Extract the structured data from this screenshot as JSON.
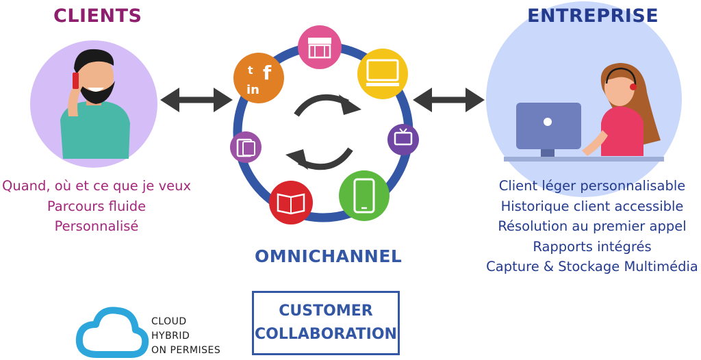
{
  "clients": {
    "title": "CLIENTS",
    "lines": [
      "Quand, où et ce que je veux",
      "Parcours fluide",
      "Personnalisé"
    ]
  },
  "entreprise": {
    "title": "ENTREPRISE",
    "lines": [
      "Client léger personnalisable",
      "Historique client accessible",
      "Résolution au premier appel",
      "Rapports intégrés",
      "Capture & Stockage Multimédia"
    ]
  },
  "center": {
    "omnichannel_label": "OMNICHANNEL",
    "collaboration_lines": [
      "CUSTOMER",
      "COLLABORATION"
    ]
  },
  "cloud": {
    "lines": [
      "CLOUD",
      "HYBRID",
      "ON PERMISES"
    ]
  },
  "channels": [
    {
      "icon": "social-media-icon",
      "color": "#e07f23"
    },
    {
      "icon": "store-icon",
      "color": "#e05592"
    },
    {
      "icon": "desktop-icon",
      "color": "#f4c419"
    },
    {
      "icon": "tv-icon",
      "color": "#7046a3"
    },
    {
      "icon": "smartphone-icon",
      "color": "#5cb83f"
    },
    {
      "icon": "book-icon",
      "color": "#d8262c"
    },
    {
      "icon": "tablet-icon",
      "color": "#9b51a4"
    }
  ],
  "colors": {
    "clients_accent": "#8f1e6e",
    "entreprise_accent": "#233a8d",
    "ring": "#3357a4",
    "clients_circle": "#d5bdf7",
    "entreprise_circle": "#c9d8fb",
    "cloud_icon": "#2da6dc"
  }
}
